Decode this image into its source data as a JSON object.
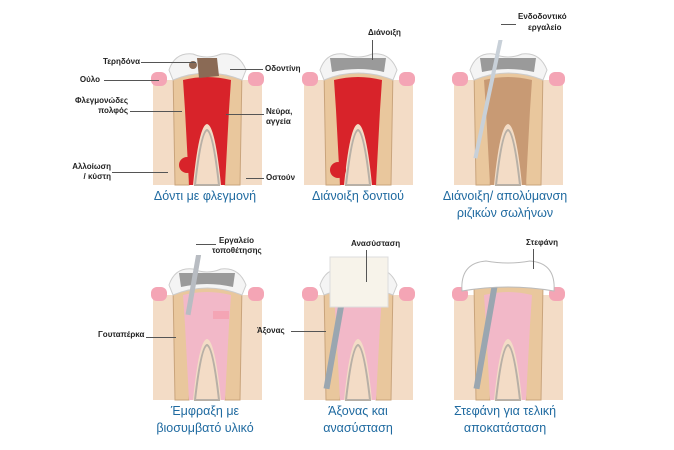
{
  "panels": [
    {
      "title": [
        "Δόντι με φλεγμονή"
      ],
      "labels": {
        "caries": "Τερηδόνα",
        "gum": "Ούλο",
        "pulp": [
          "Φλεγμονώδες",
          "πολφός"
        ],
        "cyst": [
          "Αλλοίωση",
          "/ κύστη"
        ],
        "dentin": "Οδοντίνη",
        "nerves": [
          "Νεύρα,",
          "αγγεία"
        ],
        "bone": "Οστούν"
      }
    },
    {
      "title": [
        "Διάνοιξη δοντιού"
      ],
      "labels": {
        "opening": "Διάνοιξη"
      }
    },
    {
      "title": [
        "Διάνοιξη/ απολύμανση",
        "ριζικών σωλήνων"
      ],
      "labels": {
        "tool": [
          "Ενδοδοντικό",
          "εργαλείο"
        ]
      }
    },
    {
      "title": [
        "Έμφραξη με",
        "βιοσυμβατό υλικό"
      ],
      "labels": {
        "tool": [
          "Εργαλείο",
          "τοποθέτησης"
        ],
        "gutta": "Γουταπέρκα"
      }
    },
    {
      "title": [
        "Άξονας και",
        "ανασύσταση"
      ],
      "labels": {
        "restoration": "Ανασύσταση",
        "post": "Άξονας"
      }
    },
    {
      "title": [
        "Στεφάνη για τελική",
        "αποκατάσταση"
      ],
      "labels": {
        "crown": "Στεφάνη"
      }
    }
  ],
  "colors": {
    "title": "#1f6aa0",
    "bone": "#f3dcc6",
    "gum": "#f4a5b5",
    "dentin": "#e9c79d",
    "enamel": "#f4f4f4",
    "pulp_inflamed": "#d8232a",
    "pulp_filled": "#f2b8c8",
    "crown": "#ffffff"
  }
}
